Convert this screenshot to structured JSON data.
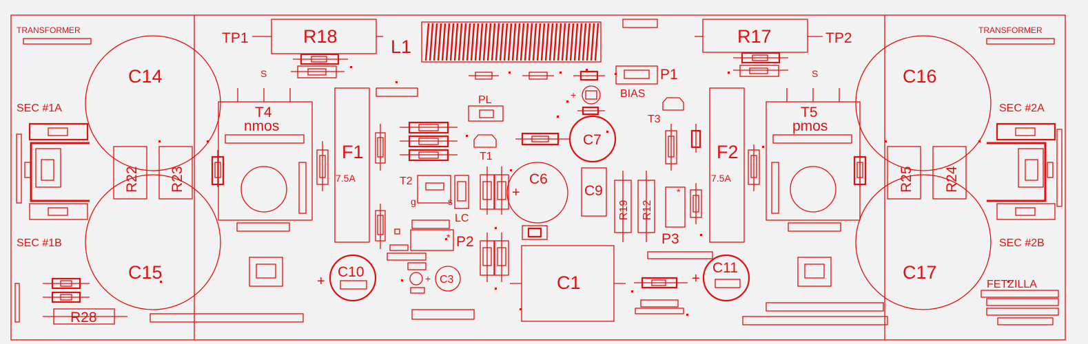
{
  "board": {
    "title": "FETZILLA",
    "colors": {
      "trace": "#e01010",
      "background": "#f2f2f2"
    }
  },
  "labels": {
    "transformer_left": "TRANSFORMER",
    "transformer_right": "TRANSFORMER",
    "sec1a": "SEC #1A",
    "sec1b": "SEC #1B",
    "sec2a": "SEC #2A",
    "sec2b": "SEC #2B",
    "fetzilla": "FETZILLA",
    "tp1": "TP1",
    "tp2": "TP2",
    "bias": "BIAS",
    "pl": "PL",
    "lc": "LC",
    "s": "S",
    "g": "g",
    "s_small": "s",
    "f1_rating": "7.5A",
    "f2_rating": "7.5A",
    "t4_type": "nmos",
    "t5_type": "pmos",
    "plus": "+",
    "star": "*"
  },
  "components": {
    "c14": "C14",
    "c15": "C15",
    "c16": "C16",
    "c17": "C17",
    "c10": "C10",
    "c11": "C11",
    "c3": "C3",
    "c6": "C6",
    "c7": "C7",
    "c9": "C9",
    "c1": "C1",
    "r18": "R18",
    "r17": "R17",
    "r22": "R22",
    "r23": "R23",
    "r24": "R24",
    "r25": "R25",
    "r19": "R19",
    "r12": "R12",
    "r28": "R28",
    "l1": "L1",
    "t4": "T4",
    "t5": "T5",
    "t1": "T1",
    "t2": "T2",
    "t3": "T3",
    "f1": "F1",
    "f2": "F2",
    "p1": "P1",
    "p2": "P2",
    "p3": "P3"
  }
}
